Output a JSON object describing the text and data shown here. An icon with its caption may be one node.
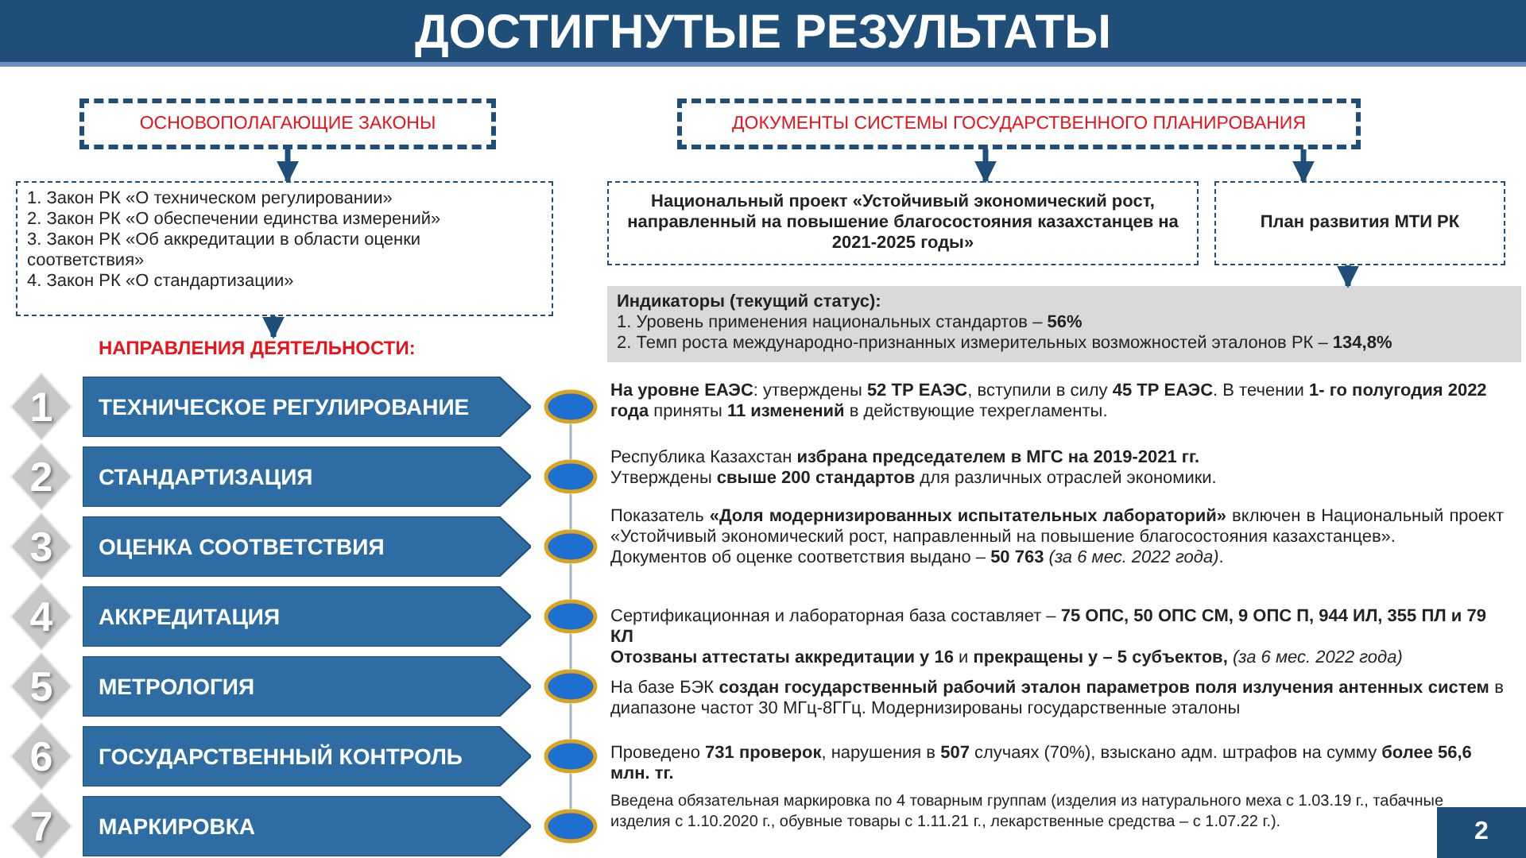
{
  "diagram": {
    "title": "ДОСТИГНУТЫЕ РЕЗУЛЬТАТЫ",
    "nodes": [
      {
        "text": [
          "ОСНОВОПОЛАГАЮЩИЕ ЗАКОНЫ"
        ]
      },
      {
        "text": [
          "1. Закон РК «О техническом регулировании»",
          "2. Закон РК «О обеспечении единства измерений»",
          "3. Закон РК «Об аккредитации в области оценки соответствия»",
          "4. Закон РК «О стандартизации»"
        ]
      },
      {
        "text": [
          "НАПРАВЛЕНИЯ ДЕЯТЕЛЬНОСТИ:"
        ]
      },
      {
        "text": [
          "ДОКУМЕНТЫ СИСТЕМЫ ГОСУДАРСТВЕННОГО ПЛАНИРОВАНИЯ"
        ]
      },
      {
        "text": [
          "Национальный проект «Устойчивый экономический рост, направленный на повышение благосостояния казахстанцев на 2021-2025 годы»"
        ]
      },
      {
        "text": [
          "План развития МТИ РК"
        ]
      },
      {
        "text": [
          "Индикаторы (текущий статус):",
          "1. Уровень применения национальных стандартов – **56%**",
          "2. Темп роста международно-признанных измерительных возможностей эталонов РК – **134,8%**"
        ]
      },
      {
        "text": [
          "1"
        ]
      },
      {
        "text": [
          "ТЕХНИЧЕСКОЕ РЕГУЛИРОВАНИЕ"
        ]
      },
      {
        "text": [],
        "shape": "ellipse",
        "beside": [
          "**На уровне ЕАЭС**: утверждены **52 ТР ЕАЭС**, вступили в силу **45 ТР ЕАЭС**. В течении **1- го полугодия 2022 года** приняты **11 изменений** в действующие техрегламенты."
        ]
      },
      {
        "text": [
          "2"
        ]
      },
      {
        "text": [
          "СТАНДАРТИЗАЦИЯ"
        ]
      },
      {
        "text": [],
        "shape": "ellipse",
        "beside": [
          "Республика Казахстан **избрана председателем в МГС на 2019-2021 гг.**",
          "Утверждены **свыше 200 стандартов** для различных отраслей экономики."
        ]
      },
      {
        "text": [
          "3"
        ]
      },
      {
        "text": [
          "ОЦЕНКА СООТВЕТСТВИЯ"
        ]
      },
      {
        "text": [],
        "shape": "ellipse",
        "beside": [
          "Показатель **«Доля модернизированных испытательных лабораторий»** включен в Национальный проект «Устойчивый экономический рост, направленный на повышение благосостояния казахстанцев».",
          "Документов об оценке соответствия выдано – **50 763** *(за 6 мес. 2022 года)*."
        ]
      },
      {
        "text": [
          "4"
        ]
      },
      {
        "text": [
          "АККРЕДИТАЦИЯ"
        ]
      },
      {
        "text": [],
        "shape": "ellipse",
        "beside": [
          "Сертификационная и лабораторная база составляет – **75 ОПС, 50 ОПС СМ, 9 ОПС П, 944 ИЛ, 355 ПЛ и 79 КЛ**",
          "**Отозваны аттестаты аккредитации у 16** и **прекращены у – 5 субъектов,** *(за 6 мес. 2022 года)*"
        ]
      },
      {
        "text": [
          "5"
        ]
      },
      {
        "text": [
          "МЕТРОЛОГИЯ"
        ]
      },
      {
        "text": [],
        "shape": "ellipse",
        "beside": [
          "На базе БЭК **создан государственный рабочий эталон параметров поля излучения антенных систем** в диапазоне частот 30 МГц-8ГГц. Модернизированы государственные эталоны"
        ]
      },
      {
        "text": [
          "6"
        ]
      },
      {
        "text": [
          "ГОСУДАРСТВЕННЫЙ КОНТРОЛЬ"
        ]
      },
      {
        "text": [],
        "shape": "ellipse",
        "beside": [
          "Проведено **731 проверок**, нарушения в **507** случаях (70%), взыскано адм. штрафов на сумму **более 56,6 млн. тг.**"
        ]
      },
      {
        "text": [
          "7"
        ]
      },
      {
        "text": [
          "МАРКИРОВКА"
        ]
      },
      {
        "text": [],
        "shape": "ellipse",
        "beside": [
          "Введена обязательная маркировка по 4 товарным группам (изделия из натурального меха с 1.03.19 г., табачные изделия с 1.10.2020 г., обувные товары с 1.11.21 г., лекарственные средства – с 1.07.22 г.)."
        ]
      }
    ],
    "edges": [
      {
        "from": 0,
        "to": 1,
        "arrow": "to",
        "style": "thick",
        "color": "#1f4e79"
      },
      {
        "from": 1,
        "to": 2,
        "arrow": "to",
        "style": "thick",
        "color": "#1f4e79"
      },
      {
        "from": 3,
        "to": 4,
        "arrow": "to",
        "style": "thick",
        "color": "#1f4e79"
      },
      {
        "from": 3,
        "to": 5,
        "arrow": "to",
        "style": "thick",
        "color": "#1f4e79"
      },
      {
        "from": 5,
        "to": 6,
        "arrow": "to",
        "style": "thick",
        "color": "#1f4e79"
      },
      {
        "from": 9,
        "to": 12,
        "arrow": "none"
      },
      {
        "from": 12,
        "to": 15,
        "arrow": "none"
      },
      {
        "from": 15,
        "to": 18,
        "arrow": "none"
      },
      {
        "from": 18,
        "to": 21,
        "arrow": "none"
      },
      {
        "from": 21,
        "to": 24,
        "arrow": "none"
      },
      {
        "from": 24,
        "to": 27,
        "arrow": "none"
      }
    ],
    "labels": [
      "2"
    ]
  }
}
